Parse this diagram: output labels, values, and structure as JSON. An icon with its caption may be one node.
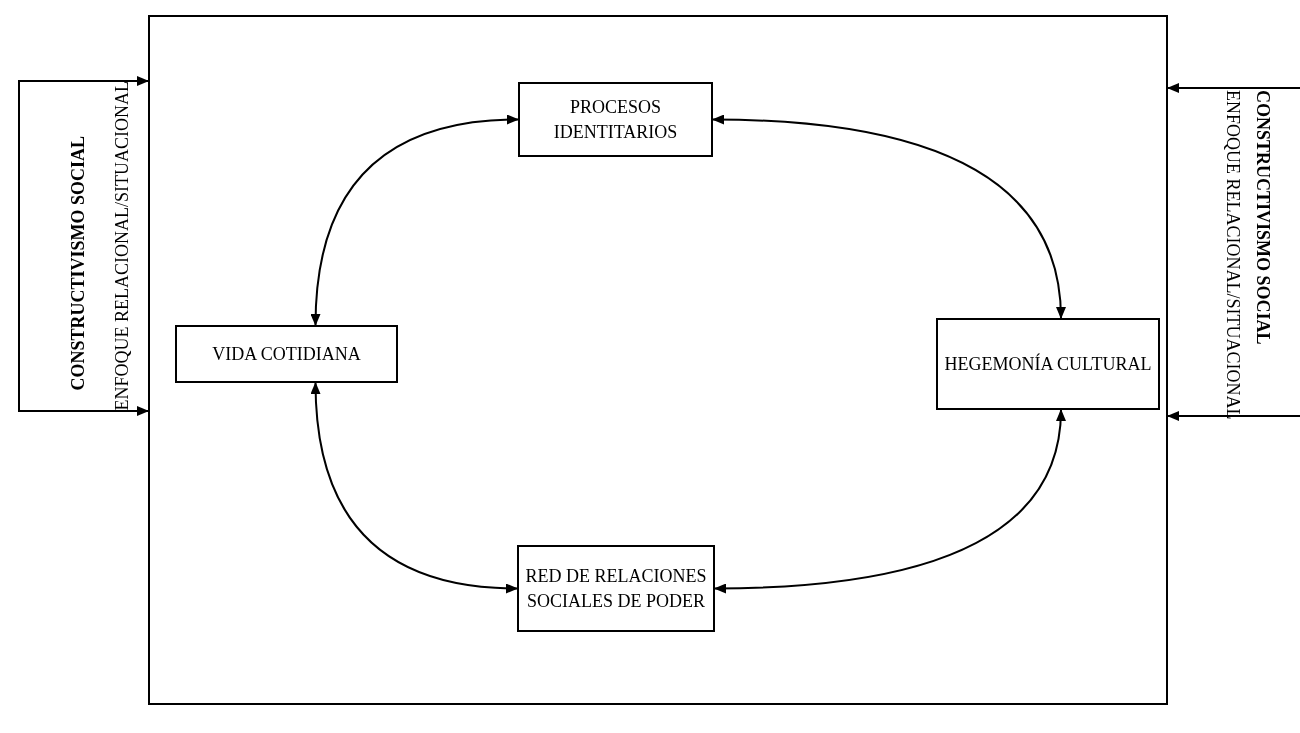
{
  "diagram": {
    "nodes": [
      {
        "text": [],
        "shape": "box"
      },
      {
        "text": [
          "PROCESOS IDENTITARIOS"
        ],
        "in": 0
      },
      {
        "text": [
          "VIDA COTIDIANA"
        ],
        "in": 0
      },
      {
        "text": [
          "HEGEMONÍA CULTURAL"
        ],
        "in": 0
      },
      {
        "text": [
          "RED DE RELACIONES SOCIALES DE PODER"
        ],
        "in": 0
      },
      {
        "text": [
          "CONSTRUCTIVISMO SOCIAL",
          "ENFOQUE RELACIONAL/SITUACIONAL"
        ]
      }
    ],
    "edges": [
      {
        "from": 5,
        "to": 0,
        "arrow": "to"
      },
      {
        "from": 5,
        "to": 0,
        "arrow": "to"
      },
      {
        "from": null,
        "to": 0,
        "arrow": "to"
      },
      {
        "from": null,
        "to": 0,
        "arrow": "to"
      },
      {
        "from": 1,
        "to": 2,
        "arrow": "both"
      },
      {
        "from": 1,
        "to": 3,
        "arrow": "both"
      },
      {
        "from": 2,
        "to": 4,
        "arrow": "both"
      },
      {
        "from": 3,
        "to": 4,
        "arrow": "both"
      }
    ],
    "labels": [
      "CONSTRUCTIVISMO SOCIAL",
      "ENFOQUE RELACIONAL/SITUACIONAL"
    ]
  }
}
